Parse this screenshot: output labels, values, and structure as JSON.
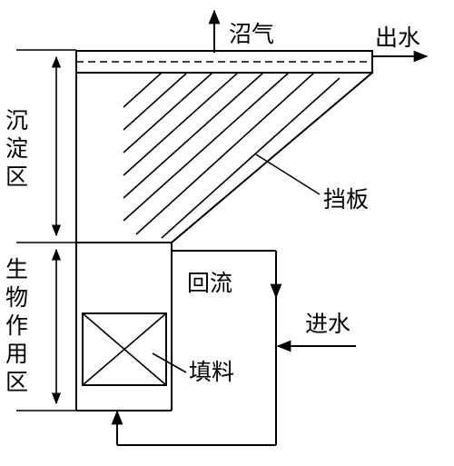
{
  "labels": {
    "biogas": "沼气",
    "outlet": "出水",
    "baffle": "挡板",
    "recirculation": "回流",
    "inlet": "进水",
    "packing": "填料",
    "settling_zone": [
      "沉",
      "淀",
      "区"
    ],
    "bio_zone": [
      "生",
      "物",
      "作",
      "用",
      "区"
    ]
  }
}
